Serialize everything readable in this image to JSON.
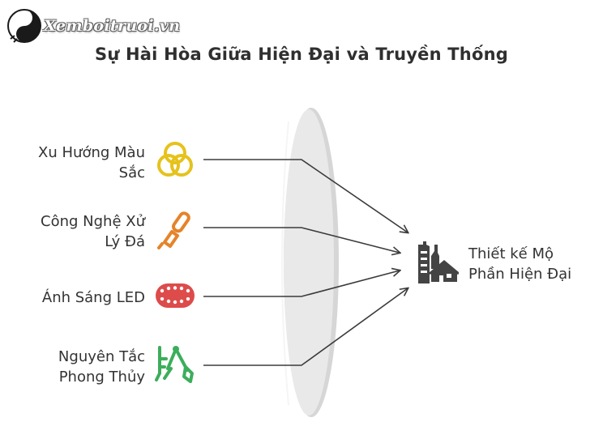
{
  "logo": {
    "text": "Xemboitruoi.vn",
    "icon": "yin-yang-icon"
  },
  "title": "Sự Hài Hòa Giữa Hiện Đại và Truyền Thống",
  "inputs": [
    {
      "label_lines": [
        "Xu Hướng Màu",
        "Sắc"
      ],
      "icon": "venn-circles-icon",
      "color": "#e6c21c"
    },
    {
      "label_lines": [
        "Công Nghệ Xử",
        "Lý Đá"
      ],
      "icon": "chisel-icon",
      "color": "#e58429"
    },
    {
      "label_lines": [
        "Ánh Sáng LED",
        ""
      ],
      "icon": "led-strip-icon",
      "color": "#dd4b4b"
    },
    {
      "label_lines": [
        "Nguyên Tắc",
        "Phong Thủy"
      ],
      "icon": "compass-tools-icon",
      "color": "#3cae5b"
    }
  ],
  "output": {
    "label_lines": [
      "Thiết kế Mộ",
      "Phần Hiện Đại"
    ],
    "icon": "building-house-icon",
    "color": "#444444"
  },
  "colors": {
    "lens": "#e8e8e8",
    "arrow": "#3b3b3b",
    "text": "#333333"
  }
}
